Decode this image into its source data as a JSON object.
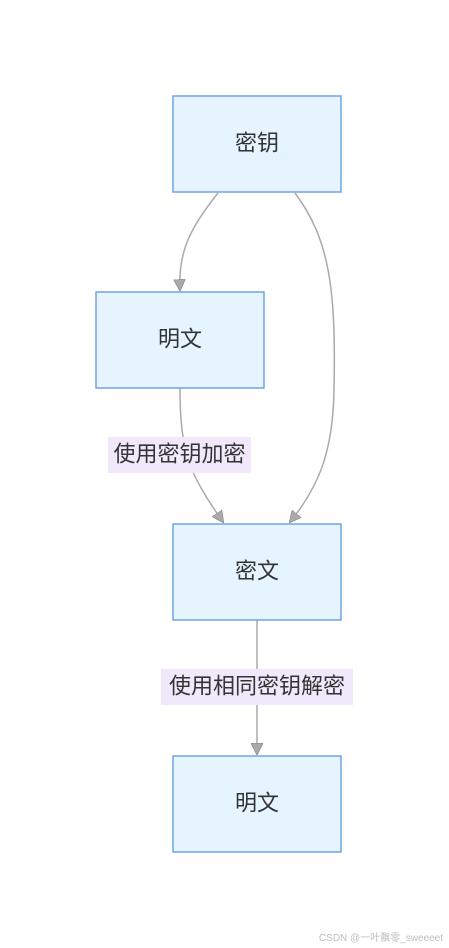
{
  "nodes": {
    "key": "密钥",
    "plaintext_top": "明文",
    "ciphertext": "密文",
    "plaintext_bottom": "明文"
  },
  "edges": {
    "encrypt_label": "使用密钥加密",
    "decrypt_label": "使用相同密钥解密"
  },
  "colors": {
    "node_fill": "#e5f4ff",
    "node_border": "#6fa5e3",
    "edge": "#aaaaaa",
    "edge_label_bg": "#f2e8fb"
  },
  "watermark": "CSDN @一叶飘零_sweeeet"
}
